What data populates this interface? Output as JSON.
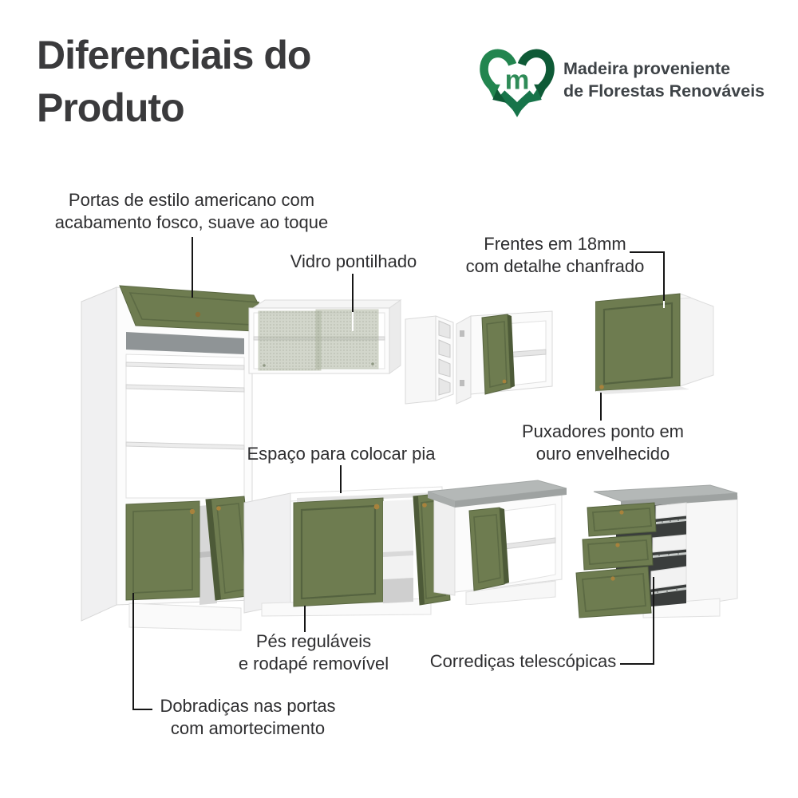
{
  "title": "Diferenciais do Produto",
  "eco_badge": {
    "icon": "recycle-heart-icon",
    "monogram": "m",
    "line1": "Madeira proveniente",
    "line2": "de Florestas Renováveis"
  },
  "callouts": {
    "portas": {
      "line1": "Portas de estilo americano com",
      "line2": "acabamento fosco, suave ao toque"
    },
    "vidro": {
      "line1": "Vidro pontilhado"
    },
    "frentes": {
      "line1": "Frentes em 18mm",
      "line2": "com detalhe chanfrado"
    },
    "puxadores": {
      "line1": "Puxadores ponto em",
      "line2": "ouro envelhecido"
    },
    "espaco": {
      "line1": "Espaço para colocar pia"
    },
    "pes": {
      "line1": "Pés reguláveis",
      "line2": "e rodapé removível"
    },
    "corredicas": {
      "line1": "Corrediças telescópicas"
    },
    "dobradicas": {
      "line1": "Dobradiças nas portas",
      "line2": "com amortecimento"
    }
  },
  "illustrations": [
    "tall-oven-cabinet",
    "glass-wall-cabinet",
    "open-shelf-unit",
    "corner-wall-cabinet",
    "green-wall-cabinet",
    "sink-base-cabinet",
    "corner-base-cabinet",
    "drawer-base-cabinet"
  ],
  "colors": {
    "title_text": "#3A3A3C",
    "label_text": "#2E2E30",
    "connector_line": "#161616",
    "cabinet_green": "#6E7C50",
    "cabinet_green_dark": "#55633E",
    "logo_green": "#22854F",
    "logo_green_dark": "#0E5A36",
    "countertop_gray": "#B4B8B7",
    "handle_gold": "#A8823C",
    "cabinet_white": "#FBFBFB"
  }
}
